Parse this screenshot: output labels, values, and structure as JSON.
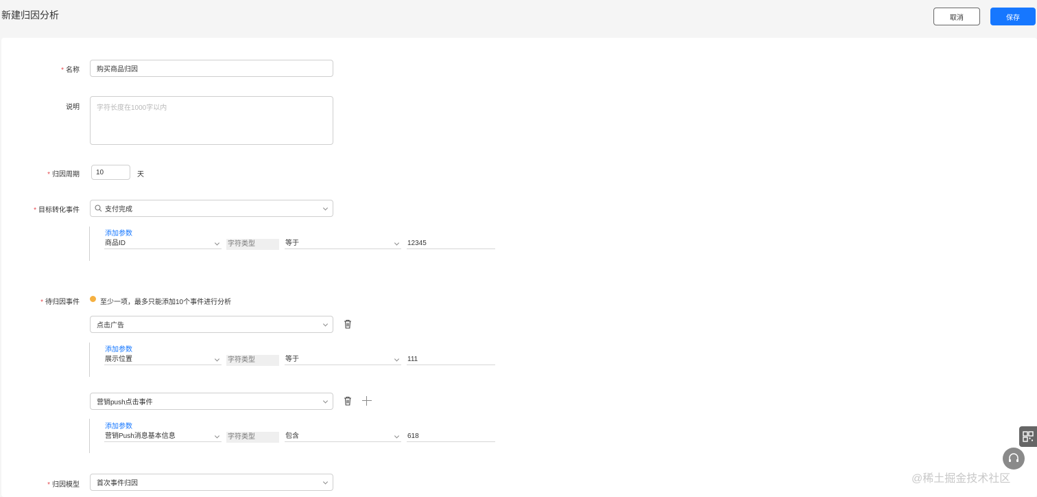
{
  "header": {
    "title": "新建归因分析",
    "cancel_label": "取消",
    "save_label": "保存"
  },
  "form": {
    "name": {
      "label": "名称",
      "value": "购买商品归因"
    },
    "description": {
      "label": "说明",
      "placeholder": "字符长度在1000字以内"
    },
    "period": {
      "label": "归因周期",
      "value": "10",
      "unit": "天"
    },
    "target_event": {
      "label": "目标转化事件",
      "value": "支付完成",
      "add_param_label": "添加参数",
      "param": {
        "field": "商品ID",
        "type": "字符类型",
        "operator": "等于",
        "value": "12345"
      }
    },
    "pending_events": {
      "label": "待归因事件",
      "hint": "至少一项，最多只能添加10个事件进行分析",
      "events": [
        {
          "value": "点击广告",
          "add_param_label": "添加参数",
          "param": {
            "field": "展示位置",
            "type": "字符类型",
            "operator": "等于",
            "value": "111"
          }
        },
        {
          "value": "营销push点击事件",
          "add_param_label": "添加参数",
          "param": {
            "field": "营销Push消息基本信息",
            "type": "字符类型",
            "operator": "包含",
            "value": "618"
          }
        }
      ]
    },
    "model": {
      "label": "归因模型",
      "value": "首次事件归因"
    }
  },
  "watermark": "@稀土掘金技术社区",
  "colors": {
    "primary": "#1677ff",
    "required": "#e5484d",
    "hint": "#f5b041"
  }
}
